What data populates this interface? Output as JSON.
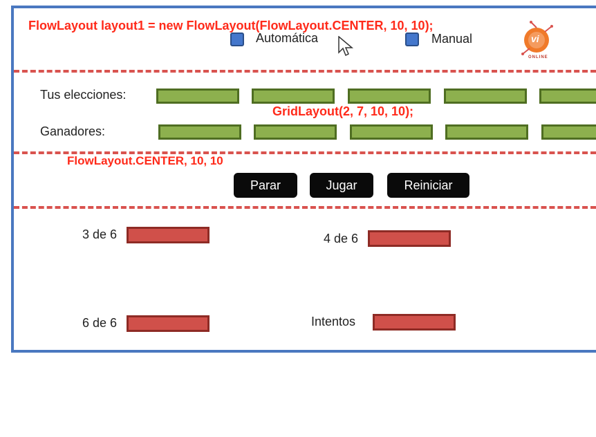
{
  "annotations": {
    "flow1": "FlowLayout layout1 = new FlowLayout(FlowLayout.CENTER,   10, 10);",
    "grid": "GridLayout(2,  7, 10, 10);",
    "flow2": "FlowLayout.CENTER,    10, 10"
  },
  "mode": {
    "automatica": "Automática",
    "manual": "Manual"
  },
  "rows": {
    "elecciones": "Tus elecciones:",
    "ganadores": "Ganadores:"
  },
  "buttons": {
    "parar": "Parar",
    "jugar": "Jugar",
    "reiniciar": "Reiniciar"
  },
  "results": {
    "tres": "3 de 6",
    "cuatro": "4 de 6",
    "seis": "6 de 6",
    "intentos": "Intentos"
  },
  "logo": {
    "mark": "vi",
    "tagline": "ONLINE"
  },
  "colors": {
    "frame": "#4a78c0",
    "dash": "#d9534f",
    "annotation": "#ff2a1a",
    "green_field": "#8db04e",
    "red_field": "#d0504a",
    "checkbox": "#4477cc",
    "button": "#0a0a0a"
  }
}
